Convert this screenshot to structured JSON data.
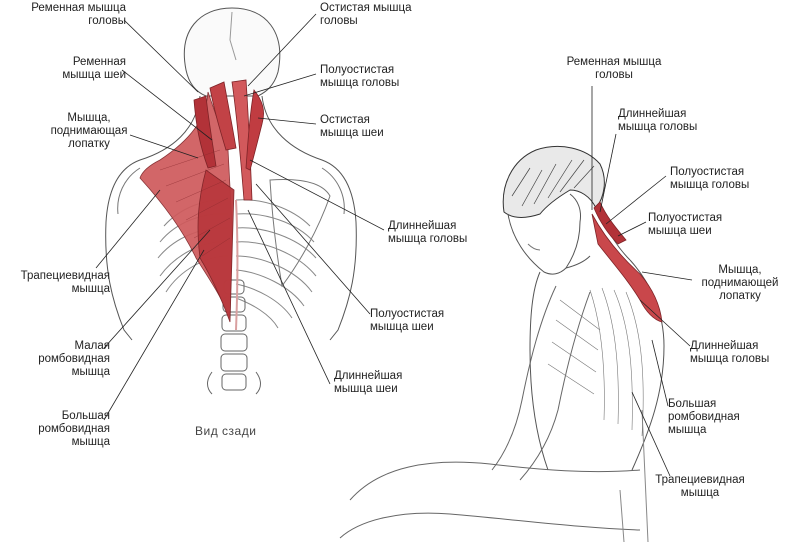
{
  "colors": {
    "muscle": "#c8474a",
    "muscle_dark": "#9b2c30",
    "sketch": "#555555",
    "leader": "#222222",
    "text": "#222222"
  },
  "back_view": {
    "caption": "Вид сзади",
    "labels": {
      "splenius_capitis": [
        "Ременная мышца",
        "головы"
      ],
      "splenius_cervicis": [
        "Ременная",
        "мышца шеи"
      ],
      "levator_scapulae": [
        "Мышца,",
        "поднимающая",
        "лопатку"
      ],
      "trapezius": [
        "Трапециевидная",
        "мышца"
      ],
      "rhomboid_minor": [
        "Малая",
        "ромбовидная",
        "мышца"
      ],
      "rhomboid_major": [
        "Большая",
        "ромбовидная",
        "мышца"
      ],
      "spinalis_capitis": [
        "Остистая мышца",
        "головы"
      ],
      "semispinalis_capitis": [
        "Полуостистая",
        "мышца головы"
      ],
      "spinalis_cervicis": [
        "Остистая",
        "мышца шеи"
      ],
      "longissimus_capitis": [
        "Длиннейшая",
        "мышца головы"
      ],
      "semispinalis_cervicis": [
        "Полуостистая",
        "мышца шеи"
      ],
      "longissimus_cervicis": [
        "Длиннейшая",
        "мышца шеи"
      ]
    }
  },
  "side_view": {
    "labels": {
      "splenius_capitis": [
        "Ременная мышца",
        "головы"
      ],
      "longissimus_capitis_top": [
        "Длиннейшая",
        "мышца головы"
      ],
      "semispinalis_capitis": [
        "Полуостистая",
        "мышца головы"
      ],
      "semispinalis_cervicis": [
        "Полуостистая",
        "мышца шеи"
      ],
      "levator_scapulae": [
        "Мышца,",
        "поднимающей",
        "лопатку"
      ],
      "longissimus_capitis_bottom": [
        "Длиннейшая",
        "мышца головы"
      ],
      "rhomboid_major": [
        "Большая",
        "ромбовидная",
        "мышца"
      ],
      "trapezius": [
        "Трапециевидная",
        "мышца"
      ]
    }
  }
}
